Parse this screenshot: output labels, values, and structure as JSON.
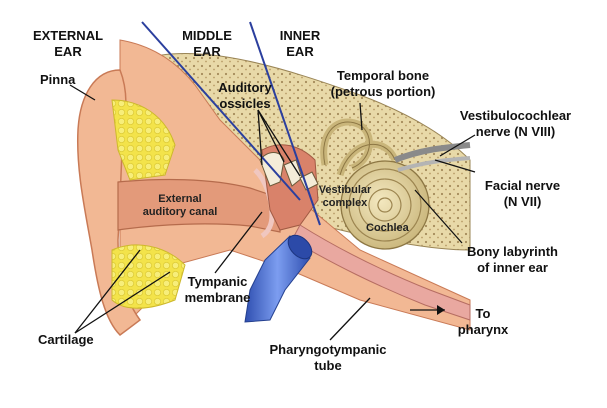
{
  "headers": {
    "external": "EXTERNAL\nEAR",
    "middle": "MIDDLE\nEAR",
    "inner": "INNER\nEAR"
  },
  "labels": {
    "pinna": "Pinna",
    "auditory_ossicles": "Auditory\nossicles",
    "temporal_bone": "Temporal bone\n(petrous portion)",
    "vestibulocochlear_nerve": "Vestibulocochlear\nnerve (N VIII)",
    "facial_nerve": "Facial nerve\n(N VII)",
    "bony_labyrinth": "Bony labyrinth\nof inner ear",
    "to_pharynx": "To\npharynx",
    "pharyngotympanic_tube": "Pharyngotympanic\ntube",
    "tympanic_membrane": "Tympanic\nmembrane",
    "cartilage": "Cartilage",
    "external_auditory_canal": "External\nauditory canal",
    "vestibular_complex": "Vestibular\ncomplex",
    "cochlea": "Cochlea"
  },
  "colors": {
    "skin": "#f2b894",
    "skin_dark": "#d98a64",
    "canal": "#e39a7a",
    "cartilage": "#f3e34a",
    "bone": "#e8d9a8",
    "bone_dots": "#a48a5a",
    "cochlea": "#e6d7a0",
    "tube": "#5a7ed8",
    "divider": "#2b3f9e",
    "nerve": "#8a8a8a",
    "membrane": "#f0c7c0"
  }
}
